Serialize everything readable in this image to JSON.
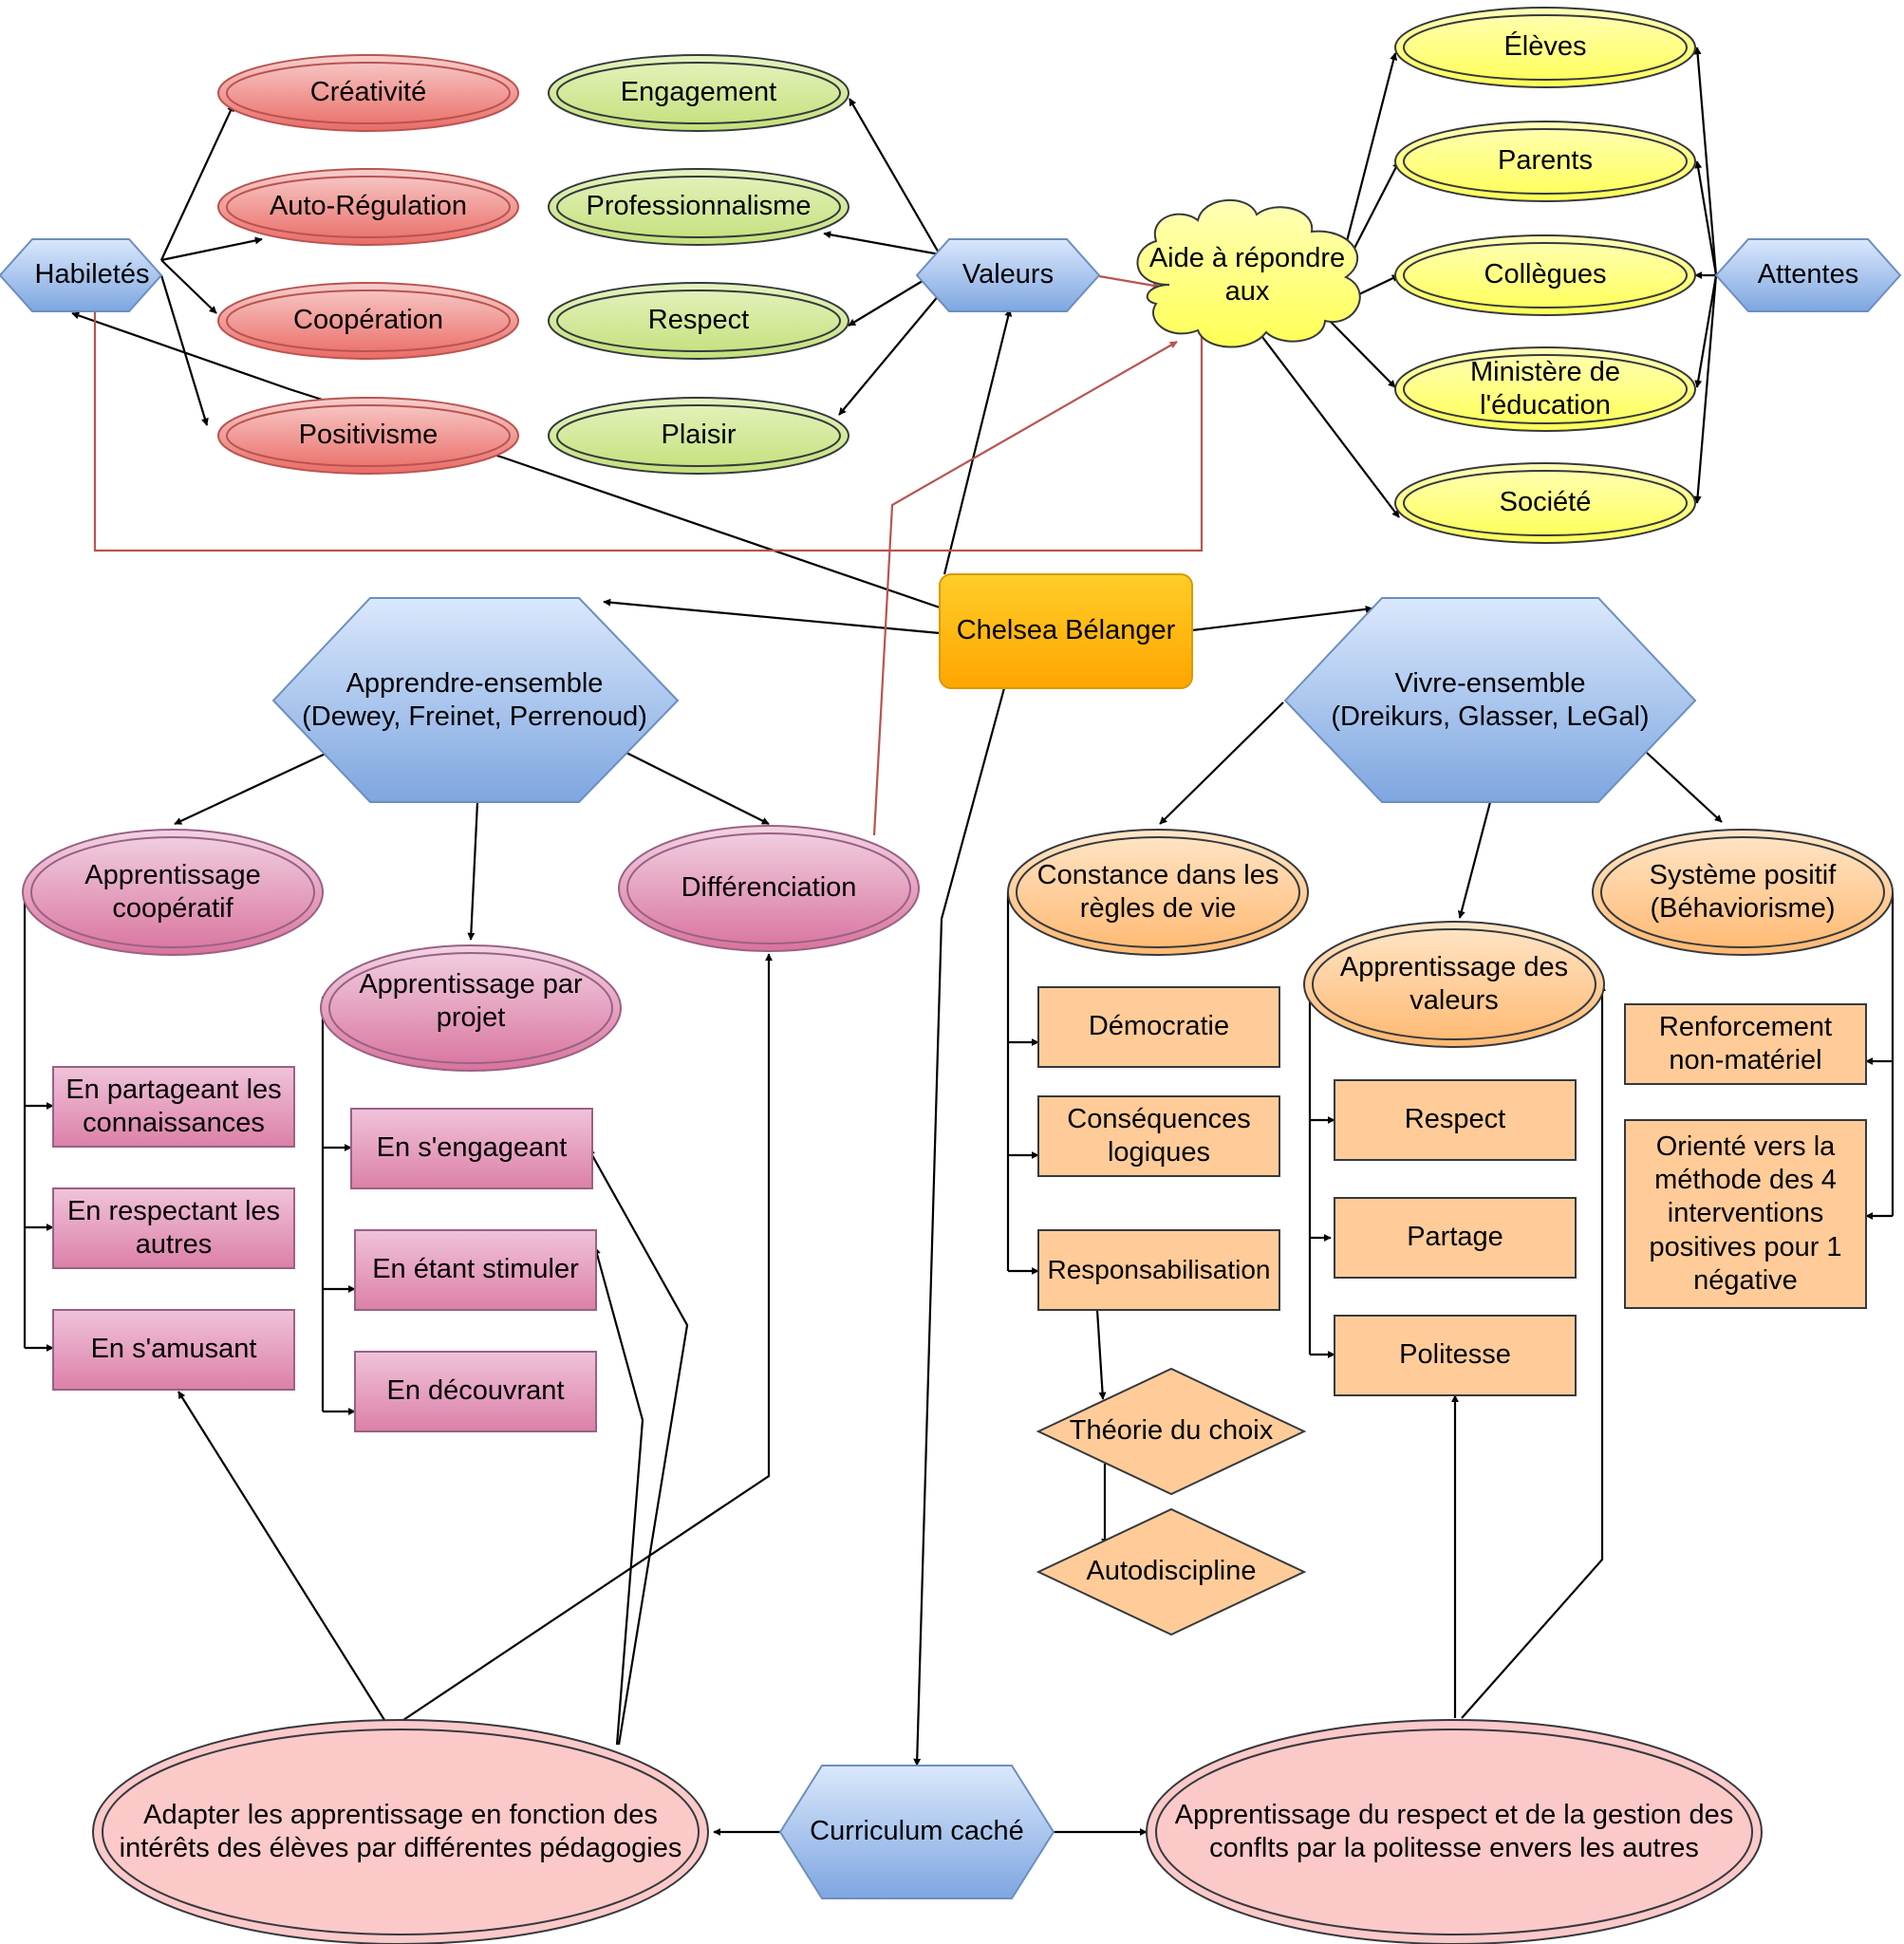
{
  "colors": {
    "red": "#f19c99",
    "green": "#d4e99a",
    "yellow": "#ffff88",
    "blue": "#8fb0e5",
    "pink": "#e6a9c8",
    "orange": "#ffc78a",
    "rose": "#fcc9c9",
    "center": "#ffb000",
    "edge_black": "#000000",
    "edge_red": "#b85450"
  },
  "nodes": {
    "habiletes": "Habiletés",
    "creativite": "Créativité",
    "autoregulation": "Auto-Régulation",
    "cooperation": "Coopération",
    "positivisme": "Positivisme",
    "engagement": "Engagement",
    "professionnalisme": "Professionnalisme",
    "respect_v": "Respect",
    "plaisir": "Plaisir",
    "valeurs": "Valeurs",
    "aide": "Aide à répondre\naux",
    "eleves": "Élèves",
    "parents": "Parents",
    "collegues": "Collègues",
    "ministere": "Ministère de\nl'éducation",
    "societe": "Société",
    "attentes": "Attentes",
    "chelsea": "Chelsea Bélanger",
    "apprendre": "Apprendre-ensemble\n(Dewey, Freinet, Perrenoud)",
    "vivre": "Vivre-ensemble\n(Dreikurs, Glasser, LeGal)",
    "app_coop": "Apprentissage\ncoopératif",
    "app_projet": "Apprentissage par\nprojet",
    "differenciation": "Différenciation",
    "partageant": "En partageant les\nconnaissances",
    "respectant": "En respectant les\nautres",
    "amusant": "En s'amusant",
    "engageant": "En s'engageant",
    "stimuler": "En étant stimuler",
    "decouvrant": "En découvrant",
    "constance": "Constance dans les\nrègles de vie",
    "app_valeurs": "Apprentissage des\nvaleurs",
    "systeme": "Système positif\n(Béhaviorisme)",
    "democratie": "Démocratie",
    "consequences": "Conséquences\nlogiques",
    "responsabilisation": "Responsabilisation",
    "theorie": "Théorie du choix",
    "autodiscipline": "Autodiscipline",
    "respect_r": "Respect",
    "partage": "Partage",
    "politesse": "Politesse",
    "renforcement": "Renforcement\nnon-matériel",
    "oriente": "Orienté vers la\nméthode des 4\ninterventions\npositives pour 1\nnégative",
    "curriculum": "Curriculum caché",
    "adapter": "Adapter les apprentissage en fonction des\nintérêts des élèves par différentes pédagogies",
    "app_respect": "Apprentissage du respect et de la gestion des\nconflts par la politesse envers les autres"
  }
}
